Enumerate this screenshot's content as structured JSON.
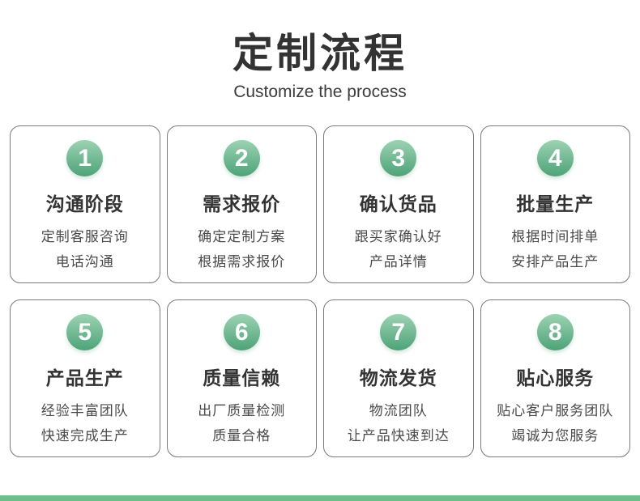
{
  "header": {
    "title": "定制流程",
    "subtitle": "Customize the process"
  },
  "colors": {
    "badge_gradient_top": "#9dd2b3",
    "badge_gradient_bottom": "#4da377",
    "bottom_bar_green": "#6ebd8d",
    "card_border_gray": "#7a7a7a",
    "title_text": "#333333",
    "desc_text": "#4a4a4a"
  },
  "steps": [
    {
      "number": "1",
      "title": "沟通阶段",
      "line1": "定制客服咨询",
      "line2": "电话沟通"
    },
    {
      "number": "2",
      "title": "需求报价",
      "line1": "确定定制方案",
      "line2": "根据需求报价"
    },
    {
      "number": "3",
      "title": "确认货品",
      "line1": "跟买家确认好",
      "line2": "产品详情"
    },
    {
      "number": "4",
      "title": "批量生产",
      "line1": "根据时间排单",
      "line2": "安排产品生产"
    },
    {
      "number": "5",
      "title": "产品生产",
      "line1": "经验丰富团队",
      "line2": "快速完成生产"
    },
    {
      "number": "6",
      "title": "质量信赖",
      "line1": "出厂质量检测",
      "line2": "质量合格"
    },
    {
      "number": "7",
      "title": "物流发货",
      "line1": "物流团队",
      "line2": "让产品快速到达"
    },
    {
      "number": "8",
      "title": "贴心服务",
      "line1": "贴心客户服务团队",
      "line2": "竭诚为您服务"
    }
  ]
}
